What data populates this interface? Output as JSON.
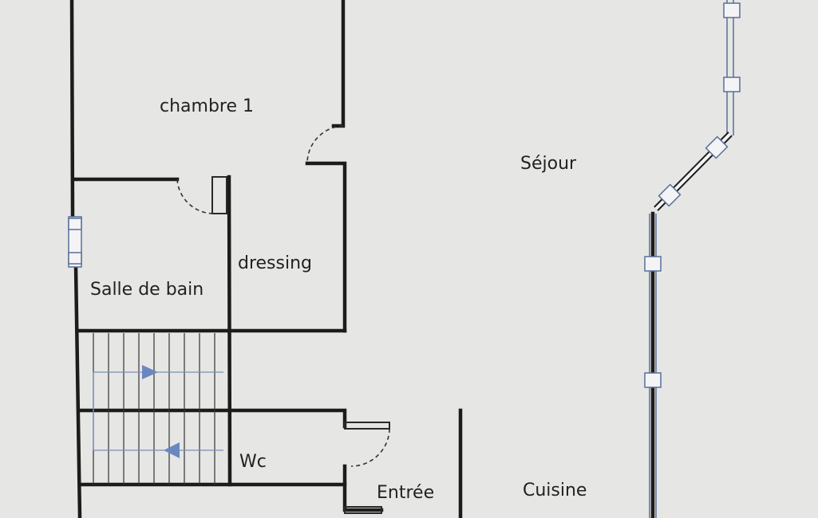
{
  "plan": {
    "rooms": [
      {
        "id": "chambre",
        "label": "chambre 1"
      },
      {
        "id": "sejour",
        "label": "Séjour"
      },
      {
        "id": "dressing",
        "label": "dressing"
      },
      {
        "id": "salle-de-bain",
        "label": "Salle de bain"
      },
      {
        "id": "wc",
        "label": "Wc"
      },
      {
        "id": "entree",
        "label": "Entrée"
      },
      {
        "id": "cuisine",
        "label": "Cuisine"
      }
    ]
  },
  "colors": {
    "wall": "#1c1c1c",
    "window": "#5a6f9a",
    "stair_arrow": "#6a88c0",
    "background": "#e6e6e4"
  }
}
